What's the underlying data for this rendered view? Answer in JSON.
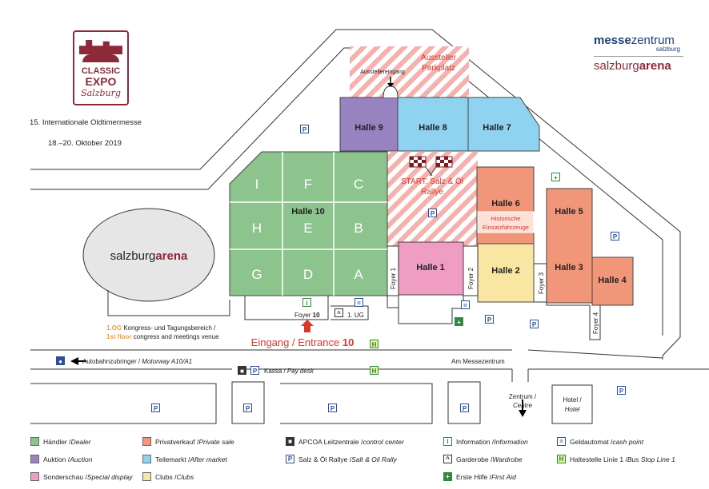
{
  "brand": {
    "classic_expo_l1": "CLASSIC",
    "classic_expo_l2": "EXPO",
    "classic_expo_l3": "Salzburg",
    "messe_bold": "messe",
    "messe_light": "zentrum",
    "messe_city": "salzburg",
    "arena_light": "salzburg",
    "arena_bold": "arena"
  },
  "event": {
    "title": "15. Internationale Oldtimermesse",
    "dates": "18.–20. Oktober 2019"
  },
  "halls": {
    "h9": "Halle 9",
    "h8": "Halle 8",
    "h7": "Halle 7",
    "h10": "Halle 10",
    "h6": "Halle 6",
    "h5": "Halle 5",
    "h1": "Halle 1",
    "h2": "Halle 2",
    "h3": "Halle 3",
    "h4": "Halle 4",
    "zones": [
      "I",
      "F",
      "C",
      "H",
      "E",
      "B",
      "G",
      "D",
      "A"
    ]
  },
  "places": {
    "aussteller_l1": "Aussteller",
    "aussteller_l2": "Parkplatz",
    "ausstellereingang": "Ausstellereingang",
    "start_l1": "START: Salz & Öl",
    "start_l2": "Rallye",
    "historische_l1": "Historische",
    "historische_l2": "Einsatzfahrzeuge",
    "arena_light": "salzburg",
    "arena_bold": "arena",
    "foyer1": "Foyer 1",
    "foyer2": "Foyer 2",
    "foyer3": "Foyer 3",
    "foyer4": "Foyer 4",
    "foyer10_pre": "Foyer ",
    "foyer10_num": "10",
    "ug": "1. UG",
    "og_l1_pre": "1.OG",
    "og_l1": " Kongress- und Tagungsbereich /",
    "og_l2_pre": "1st floor",
    "og_l2": " congress and meetings venue",
    "entrance_pre": "Eingang / Entrance ",
    "entrance_num": "10",
    "motorway_de": "Autobahnzubringer / ",
    "motorway_en": "Motorway A10/A1",
    "kassa_de": "Kassa / ",
    "kassa_en": "Pay desk",
    "street": "Am Messezentrum",
    "zentrum_de": "Zentrum /",
    "zentrum_en": "Centre",
    "hotel_de": "Hotel /",
    "hotel_en": "Hotel"
  },
  "legend": {
    "dealer_de": "Händler / ",
    "dealer_en": "Dealer",
    "auction_de": "Auktion / ",
    "auction_en": "Auction",
    "special_de": "Sonderschau / ",
    "special_en": "Special display",
    "private_de": "Privatverkauf / ",
    "private_en": "Private sale",
    "parts_de": "Teilemarkt / ",
    "parts_en": "After market",
    "clubs_de": "Clubs / ",
    "clubs_en": "Clubs",
    "apcoa_de": "APCOA Leitzentrale / ",
    "apcoa_en": "control center",
    "rally_de": "Salz & Öl Rallye / ",
    "rally_en": "Salt & Oil Rally",
    "wardrobe_de": "Garderobe / ",
    "wardrobe_en": "Wardrobe",
    "info_de": "Information / ",
    "info_en": "Information",
    "firstaid_de": "Erste Hilfe / ",
    "firstaid_en": "First Aid",
    "atm_de": "Geldautomat / ",
    "atm_en": "cash point",
    "bus_de": "Haltestelle Linie 1 / ",
    "bus_en": "Bus Stop Line 1"
  },
  "colors": {
    "dealer": "#8dc48e",
    "auction": "#9882c0",
    "special": "#ef9dc4",
    "private": "#f2967a",
    "parts": "#8fd3f1",
    "clubs": "#f8e6a2",
    "accent_red": "#d9382c",
    "brand_maroon": "#8c2a3a",
    "brand_blue": "#1d3e7a"
  }
}
